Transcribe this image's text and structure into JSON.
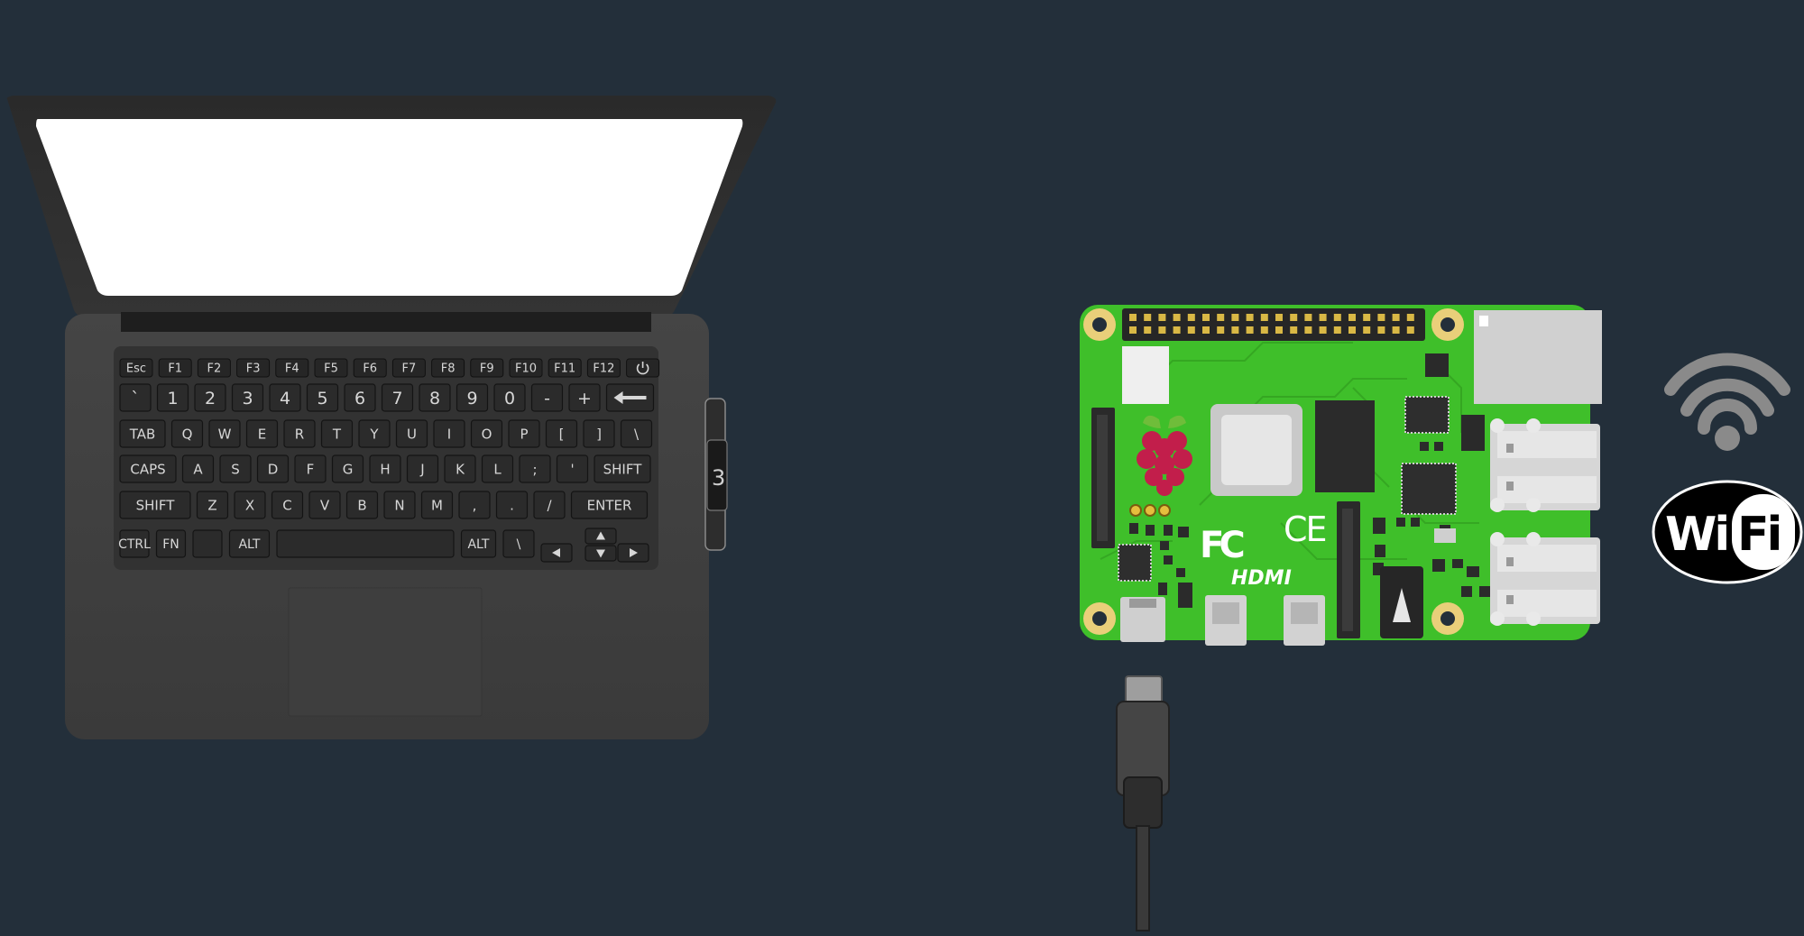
{
  "scene": {
    "background": "#232f3a",
    "laptop": {
      "body_color": "#3a3a3a",
      "screen_color": "#ffffff",
      "usb_port_label": "3",
      "keyboard": {
        "function_row": [
          "Esc",
          "F1",
          "F2",
          "F3",
          "F4",
          "F5",
          "F6",
          "F7",
          "F8",
          "F9",
          "F10",
          "F11",
          "F12",
          "power-icon"
        ],
        "number_row": [
          "`",
          "1",
          "2",
          "3",
          "4",
          "5",
          "6",
          "7",
          "8",
          "9",
          "0",
          "-",
          "+",
          "backspace-icon"
        ],
        "qwerty_row": [
          "TAB",
          "Q",
          "W",
          "E",
          "R",
          "T",
          "Y",
          "U",
          "I",
          "O",
          "P",
          "[",
          "]",
          "\\"
        ],
        "home_row": [
          "CAPS",
          "A",
          "S",
          "D",
          "F",
          "G",
          "H",
          "J",
          "K",
          "L",
          ";",
          "'",
          "SHIFT"
        ],
        "shift_row": [
          "SHIFT",
          "Z",
          "X",
          "C",
          "V",
          "B",
          "N",
          "M",
          ",",
          ".",
          "/",
          "ENTER"
        ],
        "bottom_row": [
          "CTRL",
          "FN",
          "",
          "ALT",
          "",
          "ALT",
          "\\"
        ],
        "arrow_keys": [
          "left-arrow-icon",
          "up-arrow-icon",
          "down-arrow-icon",
          "right-arrow-icon"
        ]
      }
    },
    "board": {
      "pcb_color": "#3fbf2a",
      "logo_icon": "raspberry-icon",
      "fcc_mark": "FC",
      "ce_mark": "CE",
      "hdmi_label": "HDMI",
      "gpio_pins": 20
    },
    "usb_c_cable": {
      "color": "#3b3b3b"
    },
    "wifi": {
      "signal_icon": "wifi-signal-icon",
      "signal_color": "#8a8a8a",
      "badge_text_left": "Wi",
      "badge_text_right": "Fi"
    }
  }
}
